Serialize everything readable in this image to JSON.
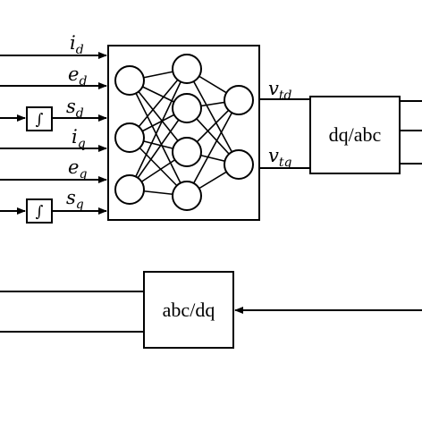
{
  "inputs": [
    {
      "base": "i",
      "sub": "d"
    },
    {
      "base": "e",
      "sub": "d"
    },
    {
      "base": "s",
      "sub": "d"
    },
    {
      "base": "i",
      "sub": "q"
    },
    {
      "base": "e",
      "sub": "q"
    },
    {
      "base": "s",
      "sub": "q"
    }
  ],
  "integrator_symbol": "∫",
  "outputs": [
    {
      "base": "v",
      "sub": "td"
    },
    {
      "base": "v",
      "sub": "tq"
    }
  ],
  "blocks": {
    "dq_abc": "dq/abc",
    "abc_dq": "abc/dq"
  }
}
